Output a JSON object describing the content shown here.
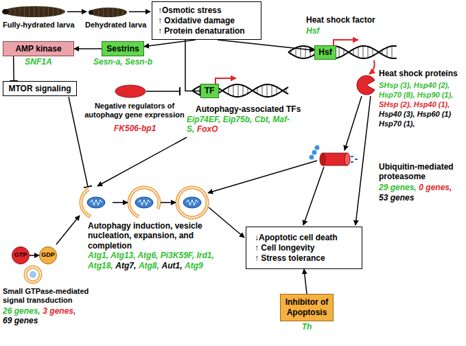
{
  "diagram": {
    "nodes": [
      {
        "text": [
          "↑Osmotic stress",
          "↑ Oxidative damage",
          "↑ Protein denaturation"
        ]
      },
      {
        "text": [
          "Hsf"
        ]
      },
      {
        "text": [
          "Sestrins",
          "Sesn-a, Sesn-b"
        ]
      },
      {
        "text": [
          "AMP kinase",
          "SNF1A"
        ]
      },
      {
        "text": [
          "MTOR signaling"
        ]
      },
      {
        "text": [
          "TF"
        ]
      },
      {
        "text": [
          "GTP"
        ]
      },
      {
        "text": [
          "GDP"
        ]
      },
      {
        "text": [
          "↓Apoptotic cell death",
          "↑ Cell longevity",
          "↑ Stress tolerance"
        ]
      },
      {
        "text": [
          "Inhibitor of Apoptosis",
          "Th"
        ]
      }
    ],
    "edges": [
      {
        "from": 0,
        "to": 2,
        "arrow": "to"
      },
      {
        "from": 0,
        "to": 1,
        "arrow": "to"
      },
      {
        "from": 0,
        "to": 5,
        "arrow": "none"
      },
      {
        "from": 2,
        "to": 3,
        "arrow": "to"
      },
      {
        "from": 3,
        "to": 4,
        "arrow": "none"
      },
      {
        "from": 6,
        "to": 7,
        "arrow": "to"
      },
      {
        "from": 9,
        "to": 8,
        "arrow": "to"
      }
    ],
    "labels": [
      "Fully-hydrated larva",
      "Dehydrated larva",
      "Heat shock factor",
      "Hsf",
      "Heat shock proteins",
      "SHsp (3), Hsp40 (2),",
      "Hsp70 (8), Hsp90 (1),",
      "SHsp (2), Hsp40 (1),",
      "Hsp40 (3), Hsp60 (1)",
      "Hsp70 (1),",
      "Negative regulators of autophagy gene expression",
      "FK506-bp1",
      "Autophagy-associated TFs",
      "Eip74EF, Eip75b, Cbt, Maf-S,",
      "FoxO",
      "Ubiquitin-mediated proteasome",
      "29 genes,",
      "0 genes,",
      "53 genes",
      "Autophagy induction, vesicle nucleation, expansion, and completion",
      "Atg1, Atg13, Atg6, Pi3K59F, Ird1,",
      "Atg18,",
      "Atg7,",
      "Atg8,",
      "Aut1,",
      "Atg9",
      "Small GTPase-mediated signal transduction",
      "26 genes,",
      "3 genes,",
      "69 genes"
    ]
  }
}
